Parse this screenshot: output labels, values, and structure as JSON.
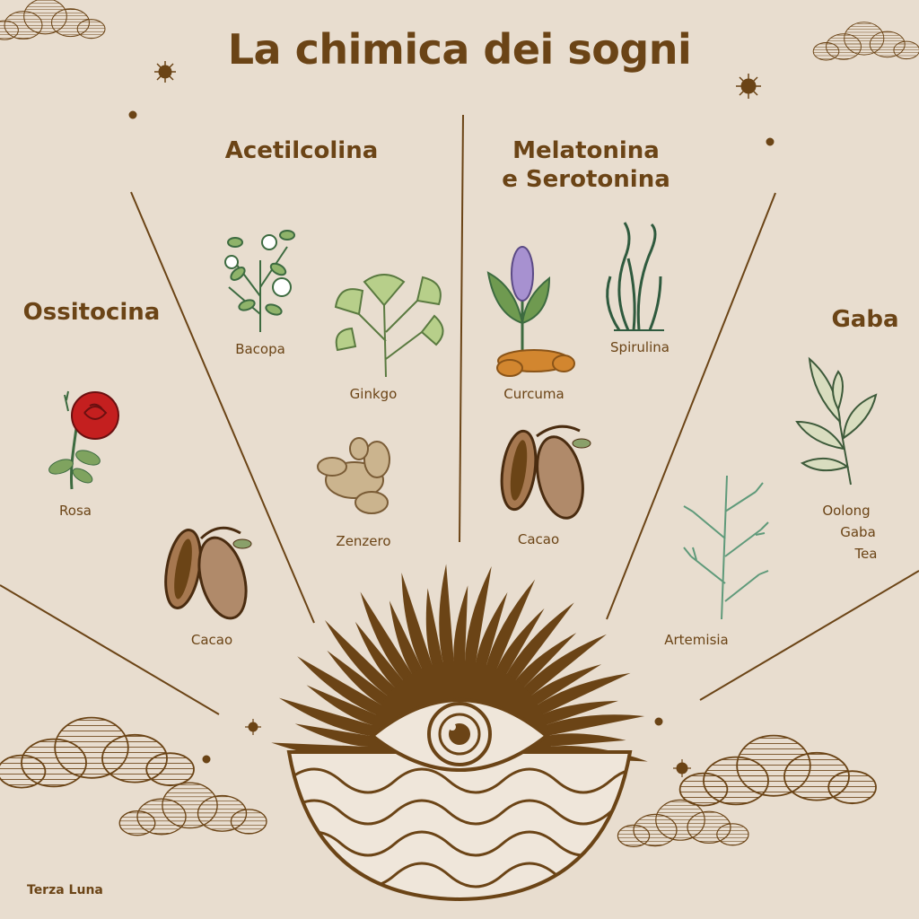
{
  "title": "La chimica dei sogni",
  "brand": "Terza Luna",
  "sections": [
    {
      "heading": "Ossitocina",
      "plants": [
        "Rosa",
        "Cacao"
      ]
    },
    {
      "heading": "Acetilcolina",
      "plants": [
        "Bacopa",
        "Ginkgo",
        "Zenzero"
      ]
    },
    {
      "heading_line1": "Melatonina",
      "heading_line2": "e Serotonina",
      "plants": [
        "Curcuma",
        "Spirulina",
        "Cacao"
      ]
    },
    {
      "heading": "Gaba",
      "plants": [
        "Artemisia"
      ],
      "plant_lines": [
        "Oolong",
        "Gaba",
        "Tea"
      ]
    }
  ],
  "colors": {
    "background": "#e8ddcf",
    "ink": "#6b4416",
    "rose": "#c41f1f",
    "herb_green": "#6f9a50",
    "turmeric": "#d2862f",
    "seaweed": "#2f5a3e"
  },
  "icons": [
    "cloud-icon",
    "star-icon",
    "sun-eye-icon",
    "rose-icon",
    "cacao-icon",
    "bacopa-icon",
    "ginkgo-icon",
    "ginger-icon",
    "curcuma-icon",
    "spirulina-icon",
    "tea-icon",
    "artemisia-icon"
  ]
}
